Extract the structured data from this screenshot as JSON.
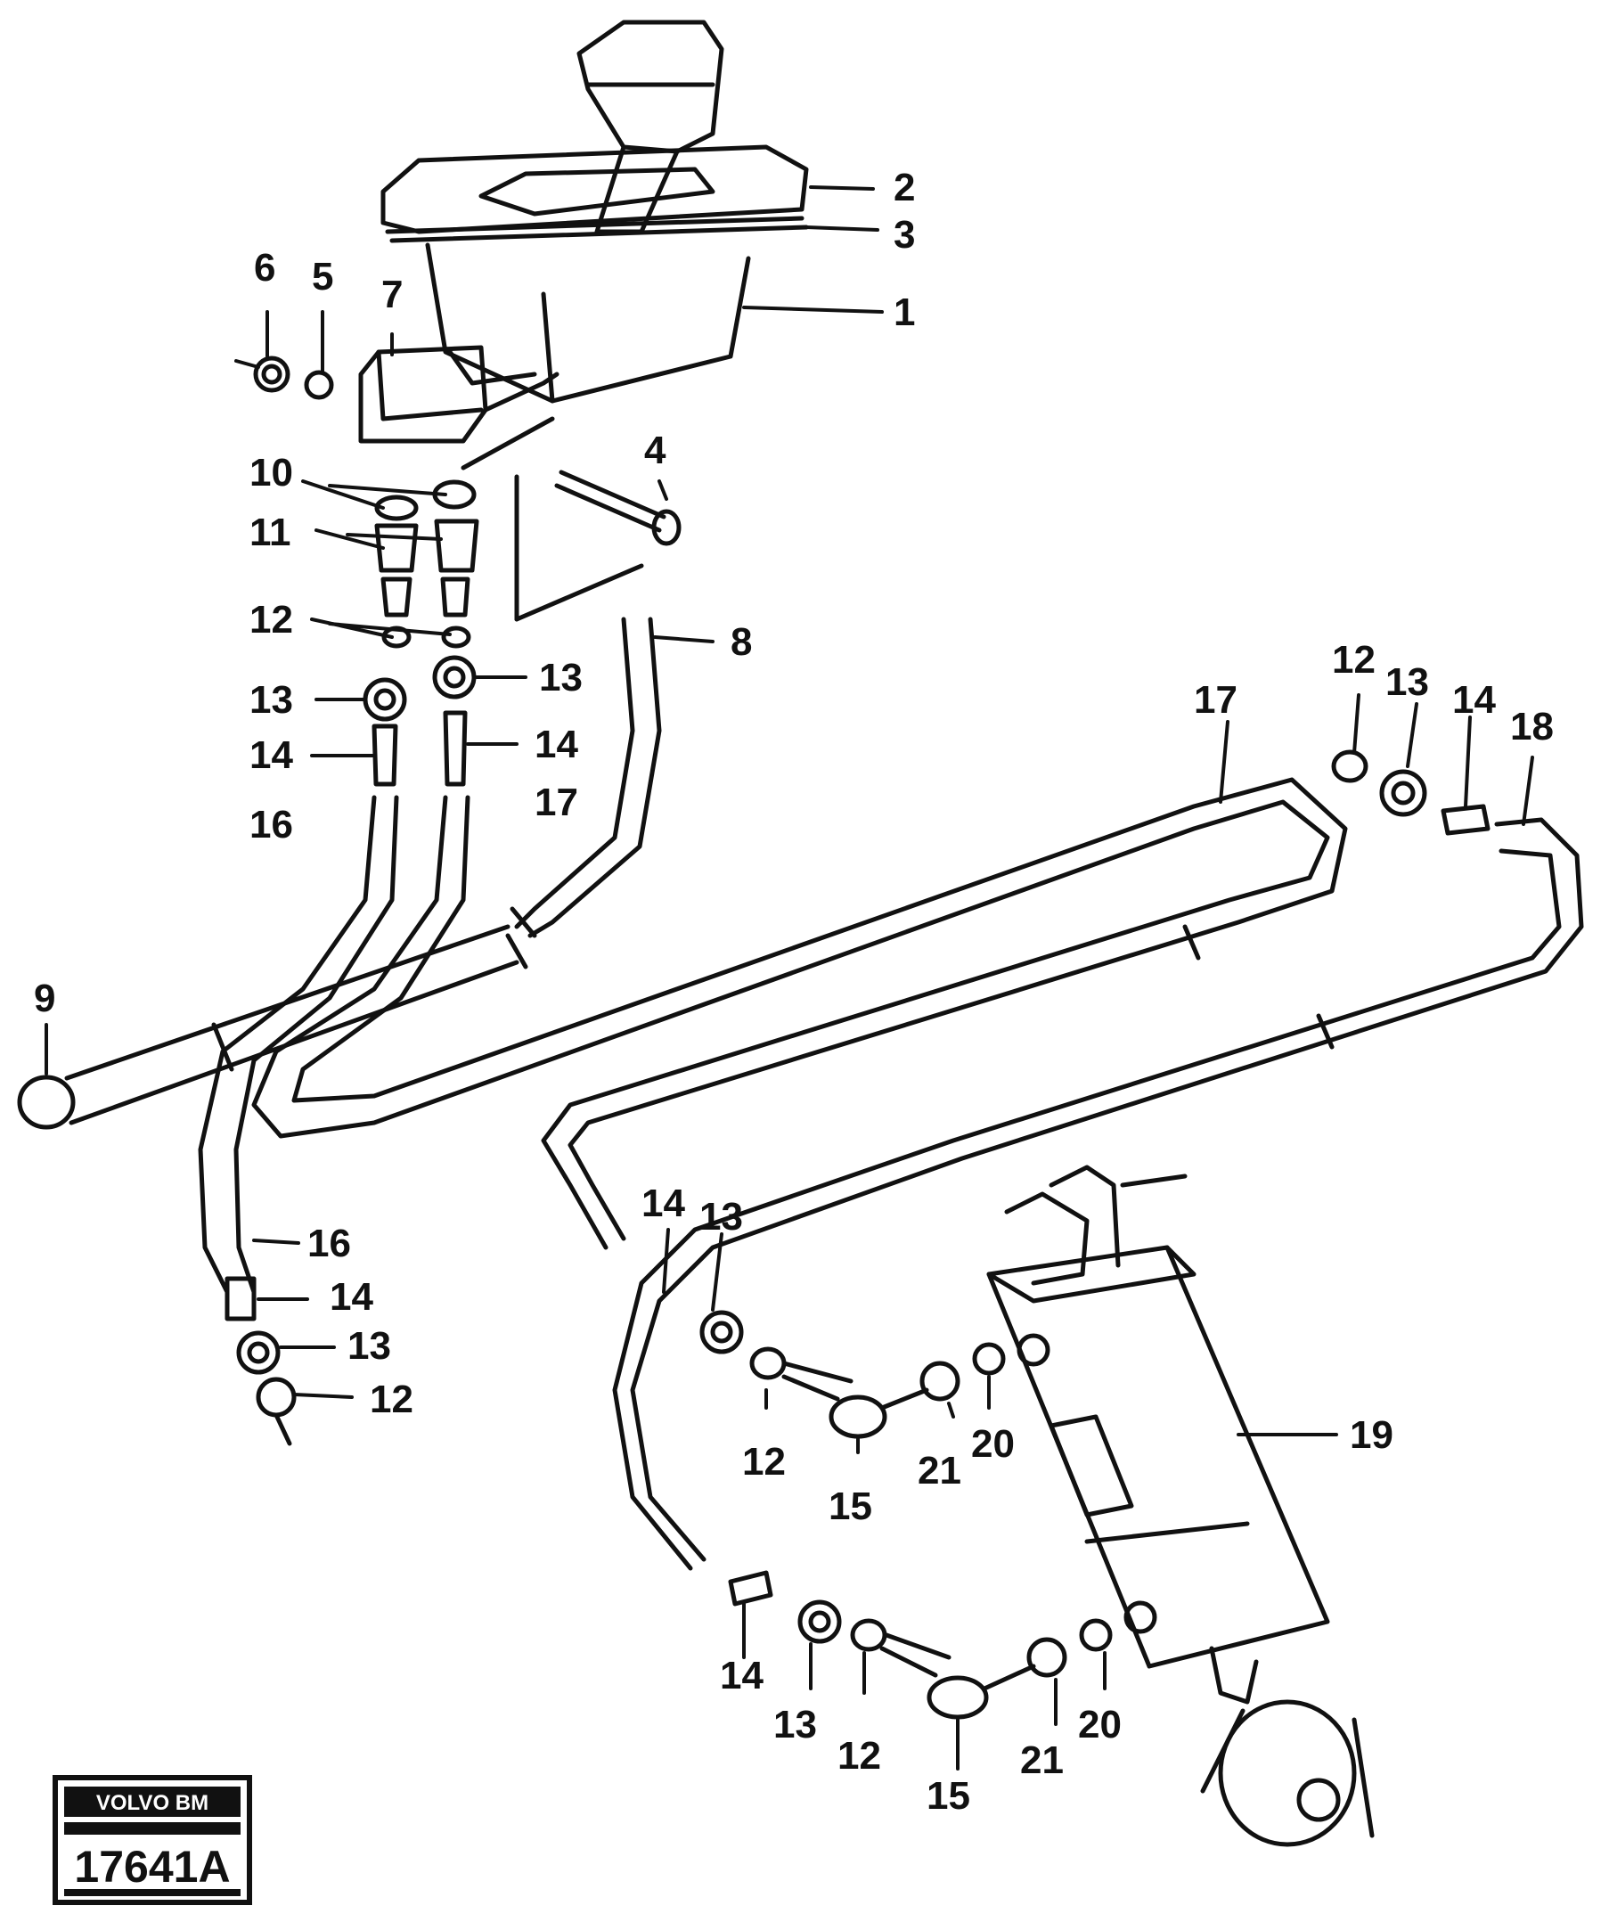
{
  "figure": {
    "stamp": {
      "brand": "VOLVO BM",
      "code": "17641A"
    },
    "callouts": [
      {
        "id": "c1",
        "text": "1"
      },
      {
        "id": "c2",
        "text": "2"
      },
      {
        "id": "c3",
        "text": "3"
      },
      {
        "id": "c4",
        "text": "4"
      },
      {
        "id": "c5",
        "text": "5"
      },
      {
        "id": "c6",
        "text": "6"
      },
      {
        "id": "c7",
        "text": "7"
      },
      {
        "id": "c8",
        "text": "8"
      },
      {
        "id": "c9",
        "text": "9"
      },
      {
        "id": "c10",
        "text": "10"
      },
      {
        "id": "c11",
        "text": "11"
      },
      {
        "id": "c12a",
        "text": "12"
      },
      {
        "id": "c13a",
        "text": "13"
      },
      {
        "id": "c13b",
        "text": "13"
      },
      {
        "id": "c14a",
        "text": "14"
      },
      {
        "id": "c14b",
        "text": "14"
      },
      {
        "id": "c16a",
        "text": "16"
      },
      {
        "id": "c17a",
        "text": "17"
      },
      {
        "id": "c17b",
        "text": "17"
      },
      {
        "id": "c12b",
        "text": "12"
      },
      {
        "id": "c13c",
        "text": "13"
      },
      {
        "id": "c14c",
        "text": "14"
      },
      {
        "id": "c18",
        "text": "18"
      },
      {
        "id": "c16b",
        "text": "16"
      },
      {
        "id": "c14d",
        "text": "14"
      },
      {
        "id": "c13d",
        "text": "13"
      },
      {
        "id": "c12c",
        "text": "12"
      },
      {
        "id": "c14e",
        "text": "14"
      },
      {
        "id": "c13e",
        "text": "13"
      },
      {
        "id": "c12d",
        "text": "12"
      },
      {
        "id": "c15a",
        "text": "15"
      },
      {
        "id": "c21a",
        "text": "21"
      },
      {
        "id": "c20a",
        "text": "20"
      },
      {
        "id": "c19",
        "text": "19"
      },
      {
        "id": "c14f",
        "text": "14"
      },
      {
        "id": "c13f",
        "text": "13"
      },
      {
        "id": "c12e",
        "text": "12"
      },
      {
        "id": "c15b",
        "text": "15"
      },
      {
        "id": "c21b",
        "text": "21"
      },
      {
        "id": "c20b",
        "text": "20"
      }
    ]
  }
}
